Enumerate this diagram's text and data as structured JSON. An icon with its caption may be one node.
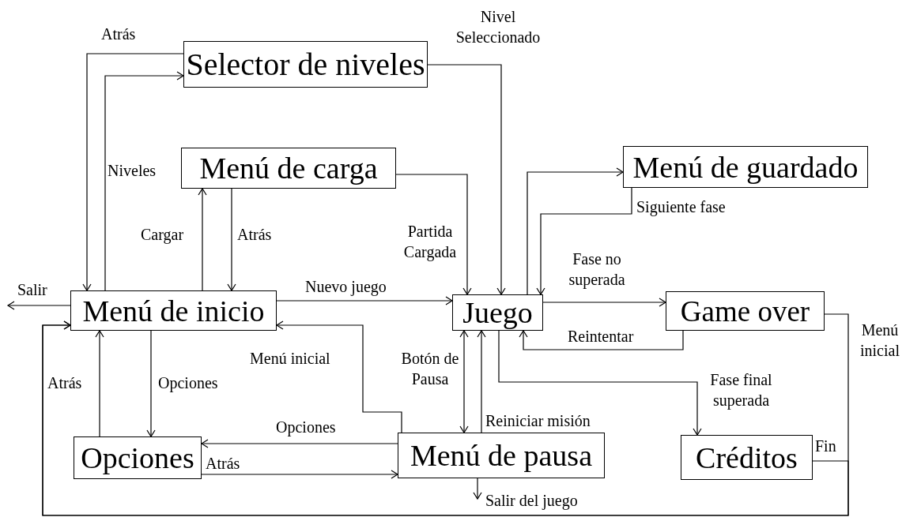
{
  "diagram": {
    "nodes": [
      {
        "text": [
          "Selector de niveles"
        ]
      },
      {
        "text": [
          "Menú de carga"
        ]
      },
      {
        "text": [
          "Menú de guardado"
        ]
      },
      {
        "text": [
          "Menú de inicio"
        ]
      },
      {
        "text": [
          "Juego"
        ]
      },
      {
        "text": [
          "Game over"
        ]
      },
      {
        "text": [
          "Opciones"
        ]
      },
      {
        "text": [
          "Menú de pausa"
        ]
      },
      {
        "text": [
          "Créditos"
        ]
      }
    ],
    "edges": [
      {
        "from": 0,
        "to": 3,
        "arrow": "to",
        "label": "Atrás"
      },
      {
        "from": 3,
        "to": 0,
        "arrow": "to",
        "label": "Niveles"
      },
      {
        "from": 3,
        "to": 1,
        "arrow": "to",
        "label": "Cargar"
      },
      {
        "from": 1,
        "to": 3,
        "arrow": "to",
        "label": "Atrás"
      },
      {
        "from": 3,
        "to": null,
        "arrow": "to",
        "label": "Salir"
      },
      {
        "from": 3,
        "to": 4,
        "arrow": "to",
        "label": "Nuevo juego"
      },
      {
        "from": 0,
        "to": 4,
        "arrow": "to",
        "label": "Nivel Seleccionado"
      },
      {
        "from": 1,
        "to": 4,
        "arrow": "to",
        "label": "Partida Cargada"
      },
      {
        "from": 4,
        "to": 2,
        "arrow": "to"
      },
      {
        "from": 2,
        "to": 4,
        "arrow": "to",
        "label": "Siguiente fase"
      },
      {
        "from": 4,
        "to": 5,
        "arrow": "to",
        "label": "Fase no superada"
      },
      {
        "from": 5,
        "to": 4,
        "arrow": "to",
        "label": "Reintentar"
      },
      {
        "from": 5,
        "to": 3,
        "arrow": "to",
        "label": "Menú inicial"
      },
      {
        "from": 8,
        "to": 3,
        "arrow": "to",
        "label": "Fin"
      },
      {
        "from": 4,
        "to": 8,
        "arrow": "to",
        "label": "Fase final superada"
      },
      {
        "from": 4,
        "to": 7,
        "arrow": "both",
        "label": "Botón de Pausa"
      },
      {
        "from": 7,
        "to": 4,
        "arrow": "to",
        "label": "Reiniciar misión"
      },
      {
        "from": 7,
        "to": 3,
        "arrow": "to",
        "label": "Menú inicial"
      },
      {
        "from": 7,
        "to": 6,
        "arrow": "to",
        "label": "Opciones"
      },
      {
        "from": 6,
        "to": 7,
        "arrow": "to",
        "label": "Atrás"
      },
      {
        "from": 3,
        "to": 6,
        "arrow": "to",
        "label": "Opciones"
      },
      {
        "from": 6,
        "to": 3,
        "arrow": "to",
        "label": "Atrás"
      },
      {
        "from": 7,
        "to": null,
        "arrow": "to",
        "label": "Salir del juego"
      }
    ]
  }
}
